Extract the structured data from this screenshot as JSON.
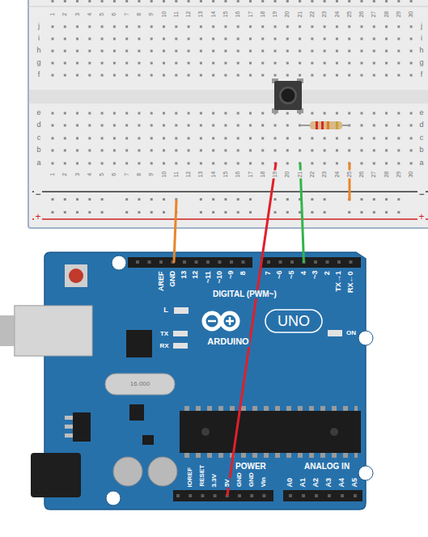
{
  "diagram": {
    "labels": [
      "1",
      "2",
      "3",
      "4",
      "5",
      "6",
      "7",
      "8",
      "9",
      "10",
      "11",
      "12",
      "13",
      "14",
      "15",
      "16",
      "17",
      "18",
      "19",
      "20",
      "21",
      "22",
      "23",
      "24",
      "25",
      "26",
      "27",
      "28",
      "29",
      "30",
      "j",
      "i",
      "h",
      "g",
      "f",
      "j",
      "i",
      "h",
      "g",
      "f",
      "e",
      "d",
      "c",
      "b",
      "a",
      "e",
      "d",
      "c",
      "b",
      "a",
      "1",
      "2",
      "3",
      "4",
      "5",
      "6",
      "7",
      "8",
      "9",
      "10",
      "11",
      "12",
      "13",
      "14",
      "15",
      "16",
      "17",
      "18",
      "19",
      "20",
      "21",
      "22",
      "23",
      "24",
      "25",
      "26",
      "27",
      "28",
      "29",
      "30",
      "−",
      "+",
      "−",
      "+",
      "AREF",
      "GND",
      "13",
      "12",
      "~11",
      "~10",
      "~9",
      "8",
      "7",
      "~6",
      "~5",
      "4",
      "~3",
      "2",
      "TX→1",
      "RX←0",
      "DIGITAL (PWM~)",
      "L",
      "TX",
      "RX",
      "ARDUINO",
      "UNO",
      "ON",
      "16.000",
      "POWER",
      "ANALOG IN",
      "IOREF",
      "RESET",
      "3.3V",
      "5V",
      "GND",
      "GND",
      "Vin",
      "A0",
      "A1",
      "A2",
      "A3",
      "A4",
      "A5"
    ]
  }
}
